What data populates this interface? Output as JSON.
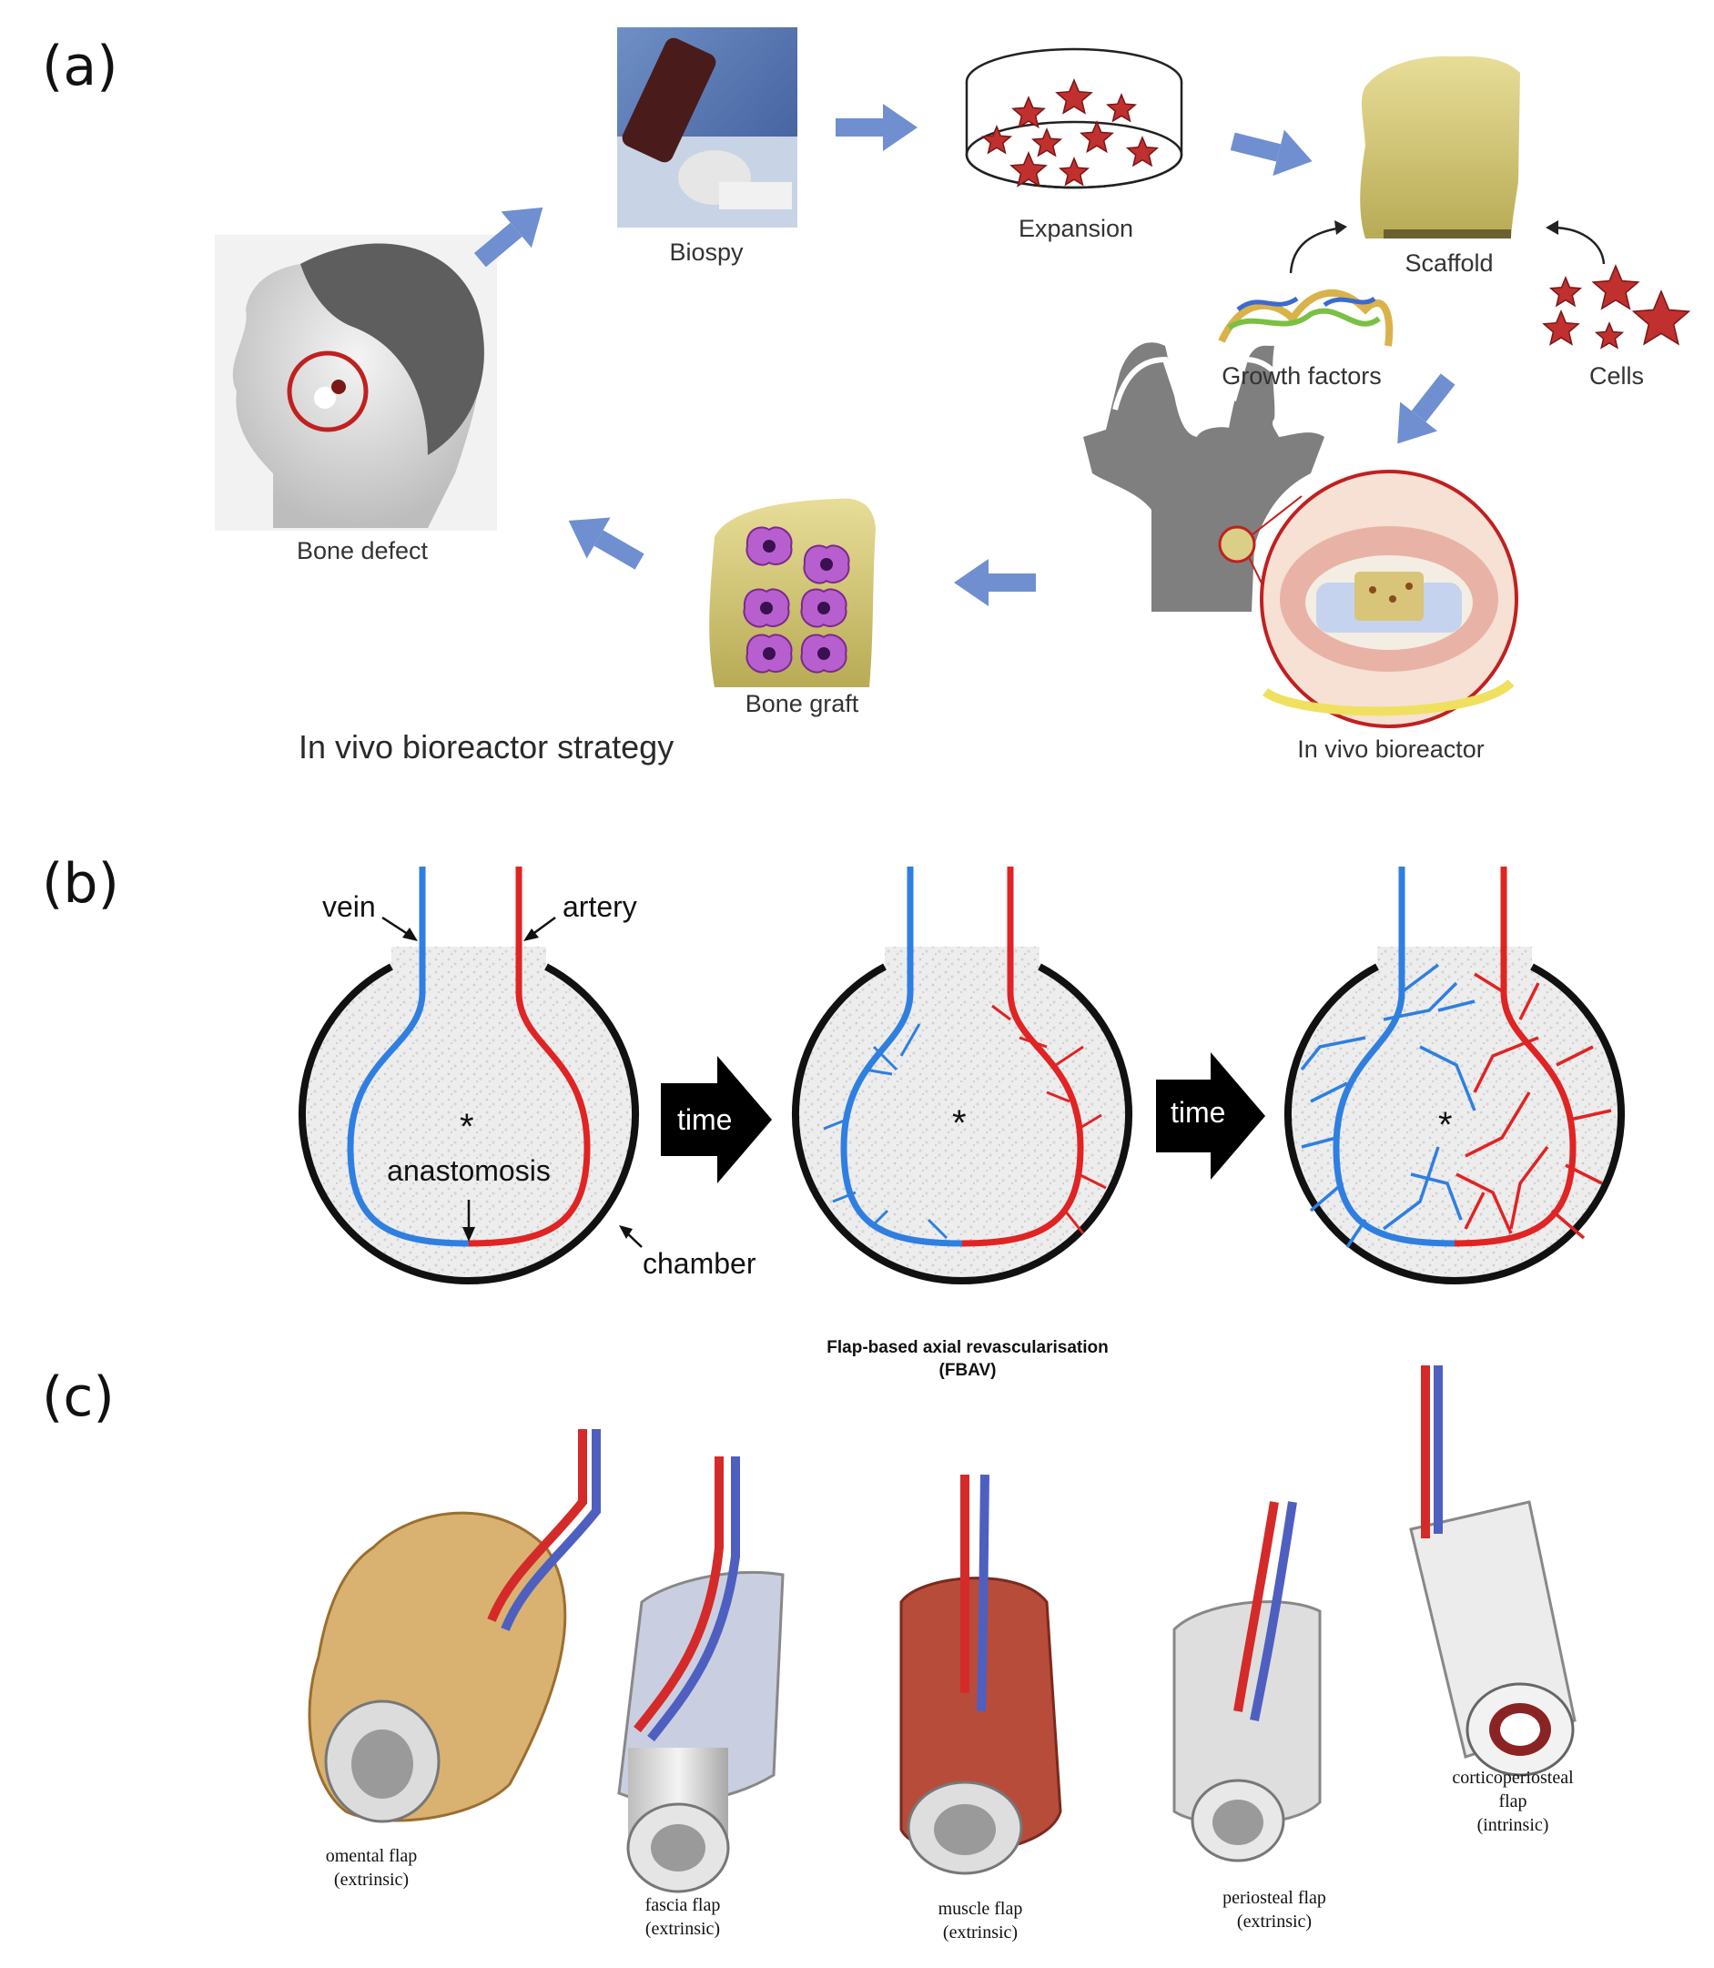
{
  "panels": {
    "a": {
      "letter": "(a)",
      "labels": {
        "biospy": "Biospy",
        "expansion": "Expansion",
        "scaffold": "Scaffold",
        "growth_factors": "Growth factors",
        "cells": "Cells",
        "bone_defect": "Bone defect",
        "bone_graft": "Bone graft",
        "in_vivo_bioreactor": "In vivo bioreactor"
      },
      "strategy_title": "In vivo bioreactor strategy"
    },
    "b": {
      "letter": "(b)",
      "labels": {
        "vein": "vein",
        "artery": "artery",
        "anastomosis": "anastomosis",
        "chamber": "chamber",
        "time1": "time",
        "time2": "time",
        "asterisk": "*"
      }
    },
    "c": {
      "letter": "(c)",
      "title_line1": "Flap-based axial revascularisation",
      "title_line2": "(FBAV)",
      "flaps": [
        {
          "name": "omental flap",
          "type": "(extrinsic)"
        },
        {
          "name": "fascia flap",
          "type": "(extrinsic)"
        },
        {
          "name": "muscle flap",
          "type": "(extrinsic)"
        },
        {
          "name": "periosteal flap",
          "type": "(extrinsic)"
        },
        {
          "name": "corticoperiosteal",
          "name2": "flap",
          "type": "(intrinsic)"
        }
      ]
    }
  },
  "colors": {
    "flow_arrow": "#6f8fd0",
    "vein": "#2f7fe0",
    "artery": "#e02424",
    "scaffold": "#d8cc7e",
    "cell_star": "#c0302f",
    "graft_cell": "#b85fd0"
  }
}
